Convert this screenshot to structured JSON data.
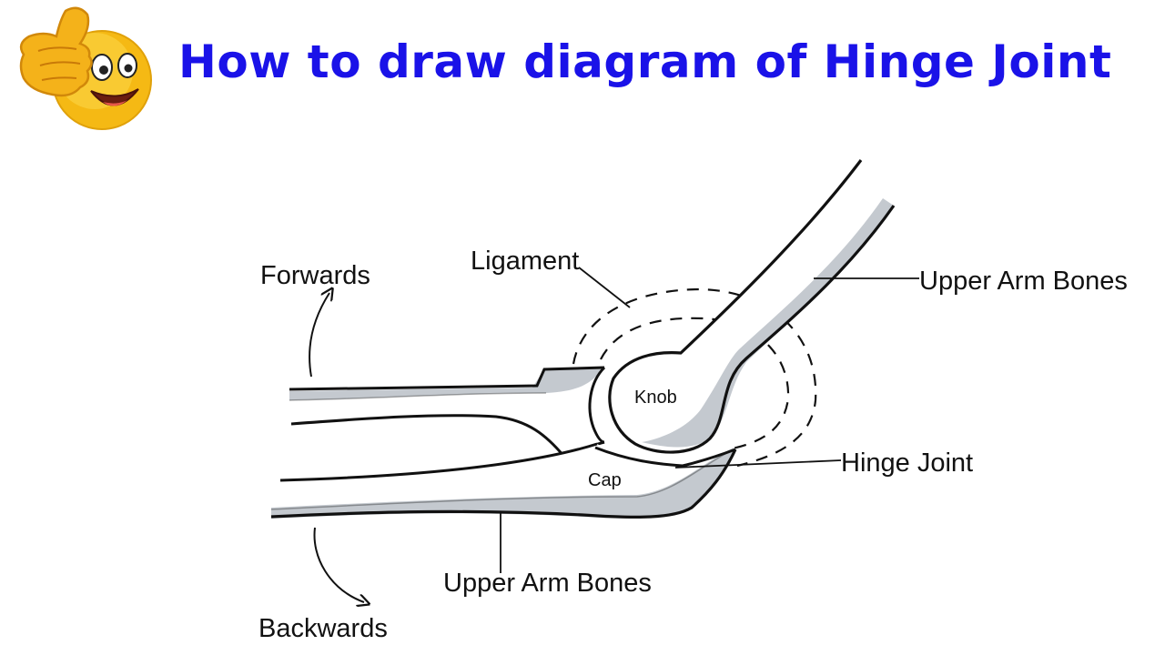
{
  "title": "How to draw diagram of Hinge Joint",
  "colors": {
    "title": "#1a12e8",
    "bone_shading": "#c4c9cf",
    "outline": "#111111",
    "emoji_face": "#f7c21a"
  },
  "icons": {
    "logo": "thumbs-up-smiley-emoji"
  },
  "labels": {
    "forwards": "Forwards",
    "backwards": "Backwards",
    "ligament": "Ligament",
    "upper_arm_bones_top": "Upper Arm Bones",
    "upper_arm_bones_bottom": "Upper Arm Bones",
    "knob": "Knob",
    "cap": "Cap",
    "hinge_joint": "Hinge Joint"
  }
}
